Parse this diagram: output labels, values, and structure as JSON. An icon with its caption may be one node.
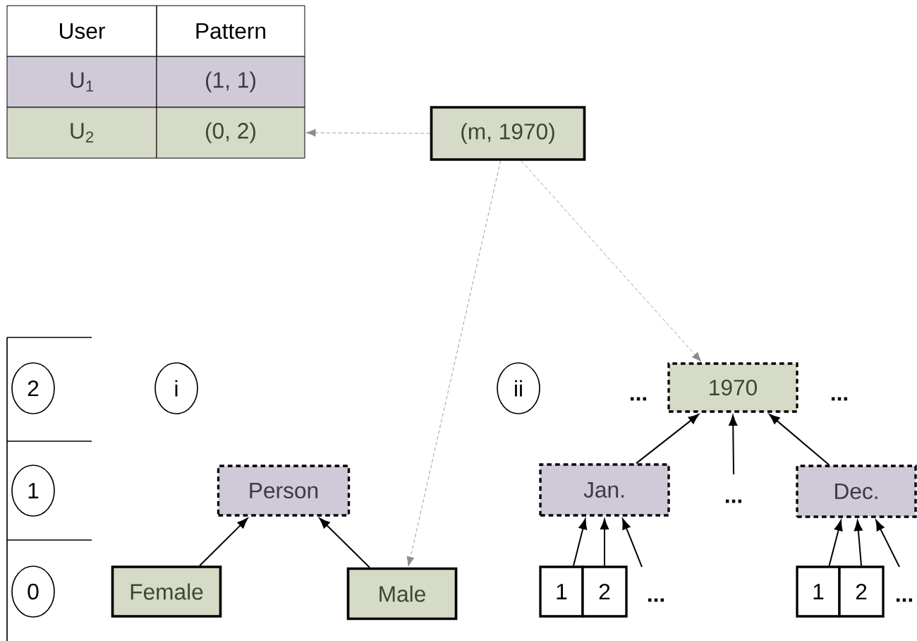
{
  "diagram": {
    "nodes": [
      {
        "text": [
          "User"
        ]
      },
      {
        "text": [
          "Pattern"
        ]
      },
      {
        "text": [
          "U$_{1}$"
        ]
      },
      {
        "text": [
          "(1, 1)"
        ]
      },
      {
        "text": [
          "U$_{2}$"
        ]
      },
      {
        "text": [
          "(0, 2)"
        ]
      },
      {
        "text": [
          "(m, 1970)"
        ]
      },
      {
        "text": [
          "2"
        ]
      },
      {
        "text": [
          "i"
        ]
      },
      {
        "text": [
          "ii"
        ]
      },
      {
        "text": [
          "1970"
        ]
      },
      {
        "text": [
          "1"
        ]
      },
      {
        "text": [
          "Person"
        ]
      },
      {
        "text": [
          "Jan."
        ]
      },
      {
        "text": [
          "Dec."
        ]
      },
      {
        "text": [
          "0"
        ]
      },
      {
        "text": [
          "Female"
        ]
      },
      {
        "text": [
          "Male"
        ]
      },
      {
        "text": [
          "1"
        ]
      },
      {
        "text": [
          "2"
        ]
      },
      {
        "text": [
          "1"
        ]
      },
      {
        "text": [
          "2"
        ]
      }
    ],
    "edges": [
      {
        "from": 6,
        "to": 5,
        "arrow": "to",
        "style": "dashed",
        "color": "#8c8c8c"
      },
      {
        "from": 6,
        "to": 17,
        "arrow": "to",
        "style": "dashed",
        "color": "#8c8c8c"
      },
      {
        "from": 6,
        "to": 10,
        "arrow": "to",
        "style": "dashed",
        "color": "#8c8c8c"
      },
      {
        "from": 16,
        "to": 12,
        "arrow": "to"
      },
      {
        "from": 17,
        "to": 12,
        "arrow": "to"
      },
      {
        "from": 13,
        "to": 10,
        "arrow": "to"
      },
      {
        "from": null,
        "to": 10,
        "arrow": "to"
      },
      {
        "from": 14,
        "to": 10,
        "arrow": "to"
      },
      {
        "from": 18,
        "to": 13,
        "arrow": "to"
      },
      {
        "from": 19,
        "to": 13,
        "arrow": "to"
      },
      {
        "from": null,
        "to": 13,
        "arrow": "to"
      },
      {
        "from": 20,
        "to": 14,
        "arrow": "to"
      },
      {
        "from": 21,
        "to": 14,
        "arrow": "to"
      },
      {
        "from": null,
        "to": 14,
        "arrow": "to"
      }
    ],
    "labels": [
      "...",
      "...",
      "...",
      "...",
      "..."
    ]
  }
}
